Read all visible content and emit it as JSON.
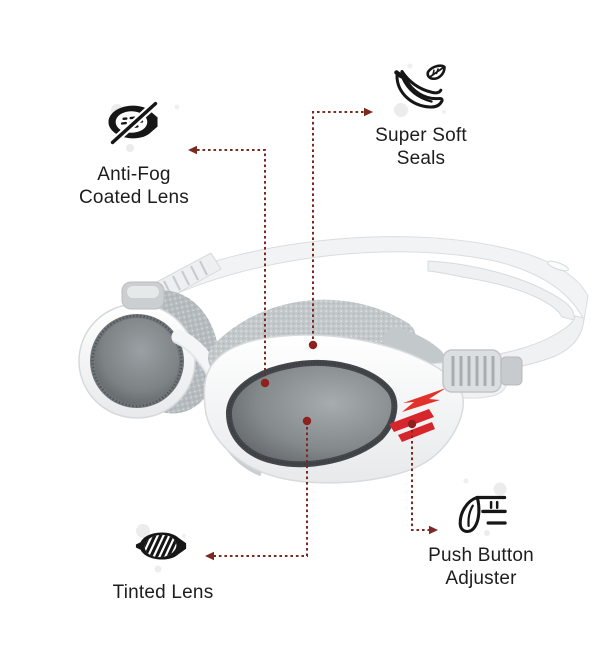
{
  "page": {
    "background": "#ffffff",
    "description": "Swim goggles product feature infographic"
  },
  "palette": {
    "connector": "#7b2a22",
    "endpoint-dot": "#8e211d",
    "icon": "#161616",
    "text": "#1d1d1d",
    "logo-red": "#e0312a",
    "frame-white": "#f6f7f8",
    "lens-smoke": "#5c6165",
    "seal-gray": "#c3c8cb"
  },
  "features": [
    {
      "id": "anti-fog-coated-lens",
      "icon": "anti-fog-lens-icon",
      "lines": [
        "Anti-Fog",
        "Coated Lens"
      ]
    },
    {
      "id": "super-soft-seals",
      "icon": "soft-seals-icon",
      "lines": [
        "Super Soft",
        "Seals"
      ]
    },
    {
      "id": "tinted-lens",
      "icon": "tinted-lens-icon",
      "lines": [
        "Tinted Lens"
      ]
    },
    {
      "id": "push-button-adjuster",
      "icon": "push-button-adjuster-icon",
      "lines": [
        "Push Button",
        "Adjuster"
      ]
    }
  ]
}
